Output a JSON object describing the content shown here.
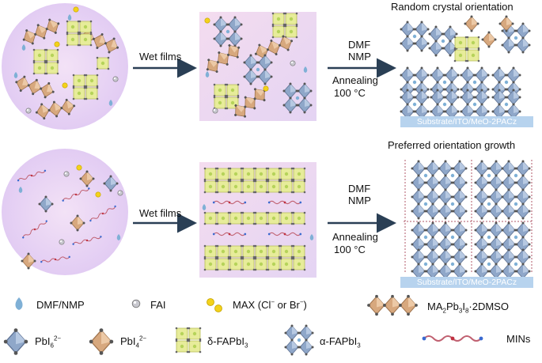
{
  "top_row": {
    "arrow1_label": "Wet films",
    "arrow2_label_solvent_1": "DMF",
    "arrow2_label_solvent_2": "NMP",
    "arrow2_label_anneal_1": "Annealing",
    "arrow2_label_anneal_2": "100 °C",
    "result_title": "Random crystal orientation",
    "substrate_label": "Substrate/ITO/MeO-2PACz"
  },
  "bottom_row": {
    "arrow1_label": "Wet films",
    "arrow2_label_solvent_1": "DMF",
    "arrow2_label_solvent_2": "NMP",
    "arrow2_label_anneal_1": "Annealing",
    "arrow2_label_anneal_2": "100 °C",
    "result_title": "Preferred orientation growth",
    "substrate_label": "Substrate/ITO/MeO-2PACz"
  },
  "legend": {
    "dmf_nmp": "DMF/NMP",
    "fai": "FAI",
    "max": "MAX (Cl",
    "max_sup": "−",
    "max_or": " or Br",
    "max_close": ")",
    "ma_pb": "MA",
    "ma_sub1": "2",
    "ma_pb2": "Pb",
    "ma_sub2": "3",
    "ma_i": "I",
    "ma_sub3": "8",
    "ma_rest": "·2DMSO",
    "pbi6": "PbI",
    "pbi6_sub": "6",
    "pbi6_sup": "2−",
    "pbi4": "PbI",
    "pbi4_sub": "4",
    "pbi4_sup": "2−",
    "delta": "δ-FAPbI",
    "delta_sub": "3",
    "alpha": "α-FAPbI",
    "alpha_sub": "3",
    "mins": "MINs"
  },
  "colors": {
    "panel_bg": "#ecd6f2",
    "circle_bg": "#e7d2f4",
    "blue_octa": "#8fa7c9",
    "orange_octa": "#d7a87e",
    "yellow_hex": "#e7ec9a",
    "arrow": "#2a3f55",
    "substrate": "#b7d3ee"
  }
}
